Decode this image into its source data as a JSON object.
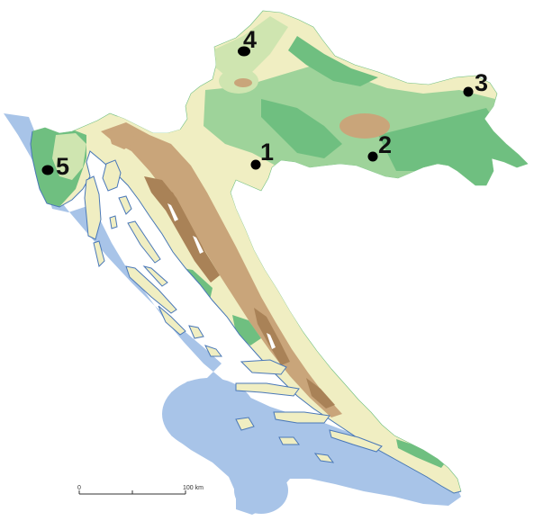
{
  "map": {
    "colors": {
      "sea": "#a8c4e8",
      "coast_line": "#4a78b8",
      "lowland": "#6fbf80",
      "plain": "#9ed39a",
      "hill": "#cfe5b0",
      "upland": "#f0eec2",
      "mountain": "#c9a57a",
      "high_mountain": "#a98257",
      "peak": "#ffffff",
      "marker": "#000000"
    },
    "markers": [
      {
        "label": "1"
      },
      {
        "label": "2"
      },
      {
        "label": "3"
      },
      {
        "label": "4"
      },
      {
        "label": "5"
      }
    ],
    "scale_bar": {
      "start_label": "0",
      "end_label": "100 km"
    }
  }
}
